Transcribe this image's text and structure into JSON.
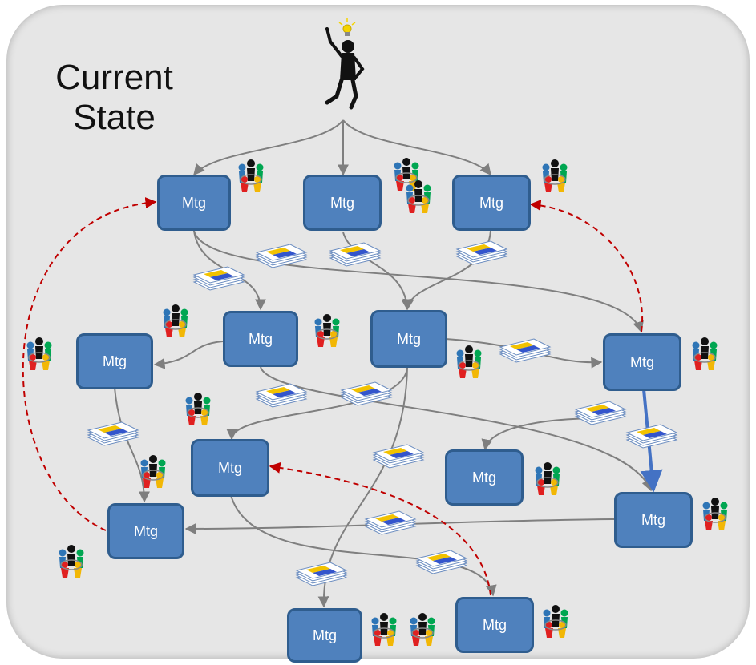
{
  "title": {
    "line1": "Current",
    "line2": "State"
  },
  "meeting_label": "Mtg",
  "colors": {
    "background": "#e6e6e6",
    "meeting_fill": "#4f81bd",
    "meeting_border": "#2f5d8e",
    "arrow": "#7f7f7f",
    "feedback": "#c00000",
    "highlight_link": "#4472c4"
  },
  "icons": {
    "originator": "person-with-idea-icon",
    "group": "people-circle-icon",
    "document": "document-stack-icon"
  }
}
